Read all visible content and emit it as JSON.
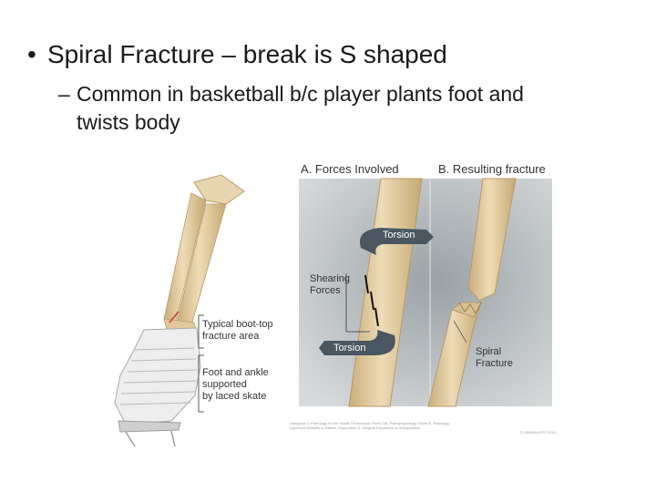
{
  "slide": {
    "bullet_symbol": "•",
    "bullet_text": "Spiral Fracture – break is S shaped",
    "sub_dash": "–",
    "sub_line1": "Common in basketball b/c player plants foot and",
    "sub_line2": "twists body"
  },
  "figure": {
    "header_a": "A. Forces Involved",
    "header_b": "B. Resulting fracture",
    "torsion_top": "Torsion",
    "torsion_bottom": "Torsion",
    "shearing_line1": "Shearing",
    "shearing_line2": "Forces",
    "spiral_line1": "Spiral",
    "spiral_line2": "Fracture",
    "boot_top_line1": "Typical boot-top",
    "boot_top_line2": "fracture area",
    "foot_line1": "Foot and ankle",
    "foot_line2": "supported",
    "foot_line3": "by laced skate",
    "credit_line1": "Damjanov, I. Pathology for the Health Professions; Porth CM. Pathophysiology; Rubin E. Pathology",
    "credit_line2": "Lippincott Williams & Wilkins; Hoppenfeld S. Surgical Exposures in Orthopaedics",
    "credit_line3": "© LiWiLWiLIPPI, 2010",
    "colors": {
      "bone": "#e3cda2",
      "bone_shadow": "#c9ad7c",
      "panel_bg": "#cfd3d4",
      "torsion_arrow": "#4a5761"
    }
  }
}
